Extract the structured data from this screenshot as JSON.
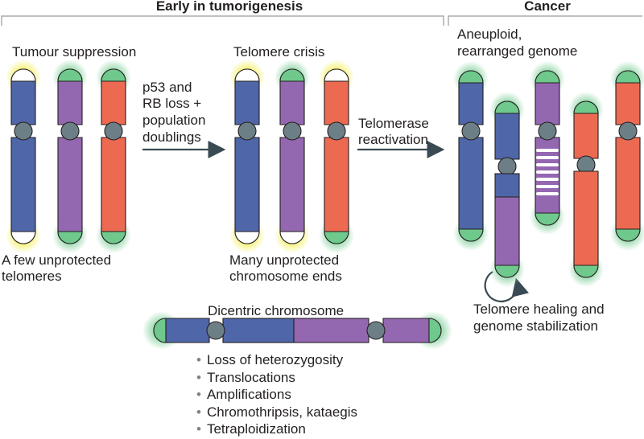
{
  "headers": {
    "early": "Early in tumorigenesis",
    "cancer": "Cancer"
  },
  "labels": {
    "tumour_suppression": "Tumour suppression",
    "few_unprotected": [
      "A few unprotected",
      "telomeres"
    ],
    "loss_step": [
      "p53 and",
      "RB loss +",
      "population",
      "doublings"
    ],
    "telomere_crisis": "Telomere crisis",
    "many_unprotected": [
      "Many unprotected",
      "chromosome ends"
    ],
    "telomerase_step": [
      "Telomerase",
      "reactivation"
    ],
    "aneuploid": [
      "Aneuploid,",
      "rearranged genome"
    ],
    "healing": [
      "Telomere healing and",
      "genome stabilization"
    ],
    "dicentric": "Dicentric chromosome"
  },
  "consequences": [
    "Loss of heterozygosity",
    "Translocations",
    "Amplifications",
    "Chromothripsis, kataegis",
    "Tetraploidization"
  ],
  "colors": {
    "blue": "#4f66a8",
    "purple": "#9467b1",
    "red": "#ec6a52",
    "centromere": "#6d7f86",
    "protected_telomere": "#6fc98c",
    "unprotected_telomere": "#f2ec3a",
    "arrow": "#3a4a52"
  }
}
